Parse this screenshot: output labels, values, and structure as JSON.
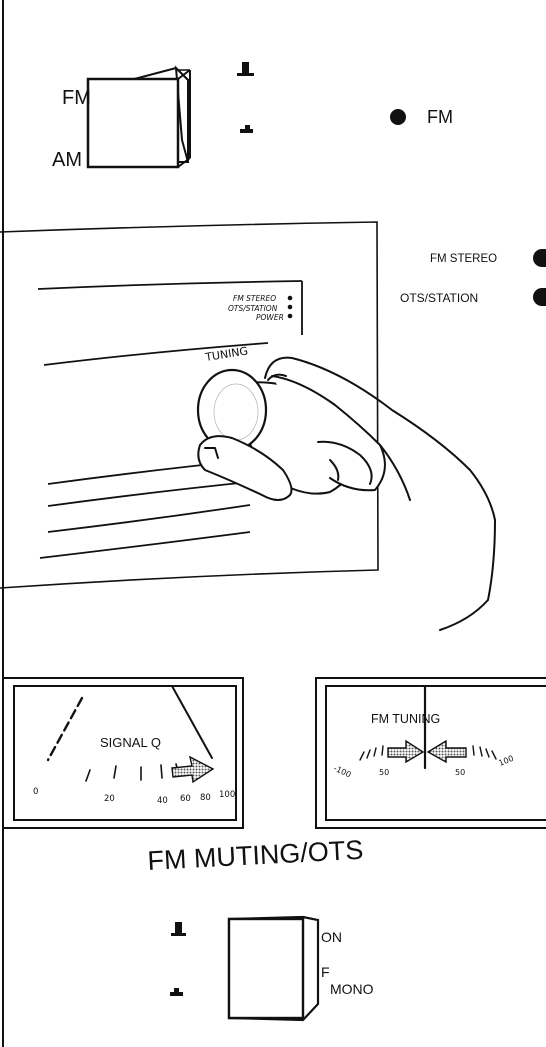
{
  "band_switch": {
    "fm_label": "FM",
    "am_label": "AM"
  },
  "fm_indicator": {
    "label": "FM"
  },
  "side_indicators": {
    "stereo_label": "FM STEREO",
    "station_label": "OTS/STATION"
  },
  "tuner_display": {
    "stereo_label": "FM STEREO",
    "station_label": "OTS/STATION",
    "power_label": "POWER",
    "tuning_label": "TUNING"
  },
  "signal_meter": {
    "title": "SIGNAL Q",
    "ticks": [
      "0",
      "20",
      "40",
      "60",
      "80",
      "100"
    ]
  },
  "tuning_meter": {
    "title": "FM TUNING",
    "ticks": [
      "-100",
      "50",
      "50",
      "100"
    ]
  },
  "muting_switch": {
    "title": "FM MUTING/OTS",
    "on_label": "ON",
    "off_label": "F",
    "mono_label": "MONO"
  },
  "colors": {
    "ink": "#111111",
    "paper": "#ffffff",
    "arrow_fill": "#777777"
  }
}
